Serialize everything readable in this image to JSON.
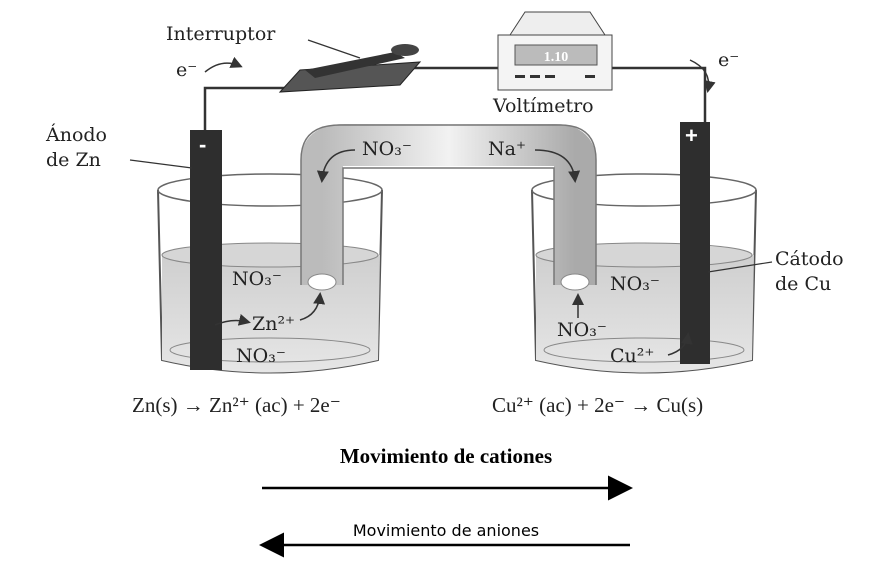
{
  "labels": {
    "switch": "Interruptor",
    "voltmeter": "Voltímetro",
    "voltmeter_reading": "1.10",
    "electron_left": "e⁻",
    "electron_right": "e⁻",
    "anode_line1": "Ánodo",
    "anode_line2": "de Zn",
    "cathode_line1": "Cátodo",
    "cathode_line2": "de Cu",
    "anode_sign": "-",
    "cathode_sign": "+",
    "bridge_anion": "NO₃⁻",
    "bridge_cation": "Na⁺",
    "left_no3_top": "NO₃⁻",
    "left_zn": "Zn²⁺",
    "left_no3_bottom": "NO₃⁻",
    "right_no3_top": "NO₃⁻",
    "right_no3_bottom": "NO₃⁻",
    "right_cu": "Cu²⁺"
  },
  "equations": {
    "anode": "Zn(s) → Zn²⁺ (ac) + 2e⁻",
    "cathode": "Cu²⁺ (ac) + 2e⁻ → Cu(s)"
  },
  "legend": {
    "cations": "Movimiento de cationes",
    "anions": "Movimiento de aniones"
  }
}
